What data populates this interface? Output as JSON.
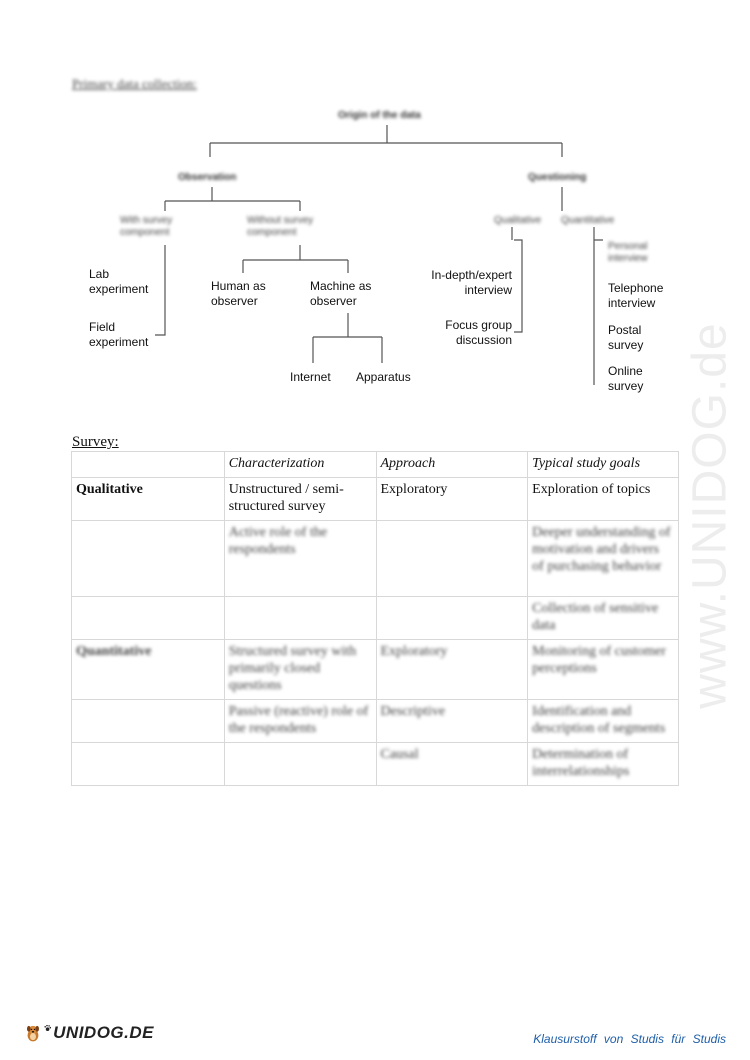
{
  "heading": "Primary data collection:",
  "diagram": {
    "root": "Origin of the data",
    "observation": "Observation",
    "questioning": "Questioning",
    "with_survey": "With survey component",
    "without_survey": "Without survey component",
    "lab": "Lab experiment",
    "field": "Field experiment",
    "human": "Human as observer",
    "machine": "Machine as observer",
    "internet": "Internet",
    "apparatus": "Apparatus",
    "qualitative": "Qualitative",
    "quantitative": "Quantitative",
    "indepth": "In-depth/expert interview",
    "focus": "Focus group discussion",
    "personal": "Personal interview",
    "telephone": "Telephone interview",
    "postal": "Postal survey",
    "online": "Online survey"
  },
  "survey": {
    "label": "Survey:",
    "headers": [
      "",
      "Characterization",
      "Approach",
      "Typical study goals"
    ],
    "rows": [
      [
        "Qualitative",
        "Unstructured / semi-structured survey",
        "Exploratory",
        "Exploration of topics"
      ],
      [
        "",
        "Active role of the respondents",
        "",
        "Deeper understanding of motivation and drivers of purchasing behavior"
      ],
      [
        "",
        "",
        "",
        "Collection of sensitive data"
      ],
      [
        "Quantitative",
        "Structured survey with primarily closed questions",
        "Exploratory",
        "Monitoring of customer perceptions"
      ],
      [
        "",
        "Passive (reactive) role of the respondents",
        "Descriptive",
        "Identification and description of segments"
      ],
      [
        "",
        "",
        "Causal",
        "Determination of interrelationships"
      ]
    ]
  },
  "watermark": "www.UNIDOG.de",
  "logo": {
    "text": "UNIDOG.DE",
    "icon": "dog-mascot-icon"
  },
  "footer": "Klausurstoff von Studis für Studis"
}
